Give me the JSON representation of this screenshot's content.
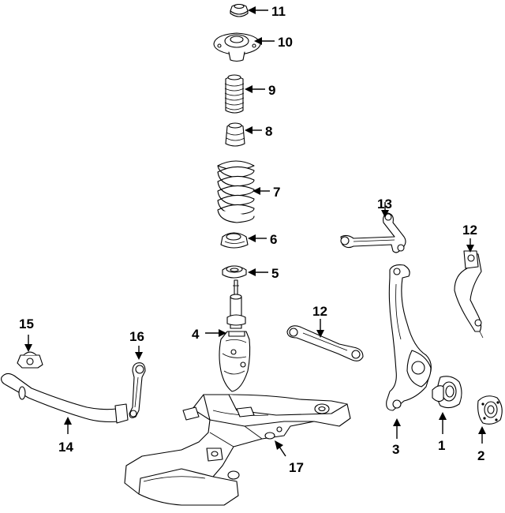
{
  "callouts": {
    "c1": {
      "number": "1"
    },
    "c2": {
      "number": "2"
    },
    "c3": {
      "number": "3"
    },
    "c4": {
      "number": "4"
    },
    "c5": {
      "number": "5"
    },
    "c6": {
      "number": "6"
    },
    "c7": {
      "number": "7"
    },
    "c8": {
      "number": "8"
    },
    "c9": {
      "number": "9"
    },
    "c10": {
      "number": "10"
    },
    "c11": {
      "number": "11"
    },
    "c12a": {
      "number": "12"
    },
    "c12b": {
      "number": "12"
    },
    "c13": {
      "number": "13"
    },
    "c14": {
      "number": "14"
    },
    "c15": {
      "number": "15"
    },
    "c16": {
      "number": "16"
    },
    "c17": {
      "number": "17"
    }
  }
}
